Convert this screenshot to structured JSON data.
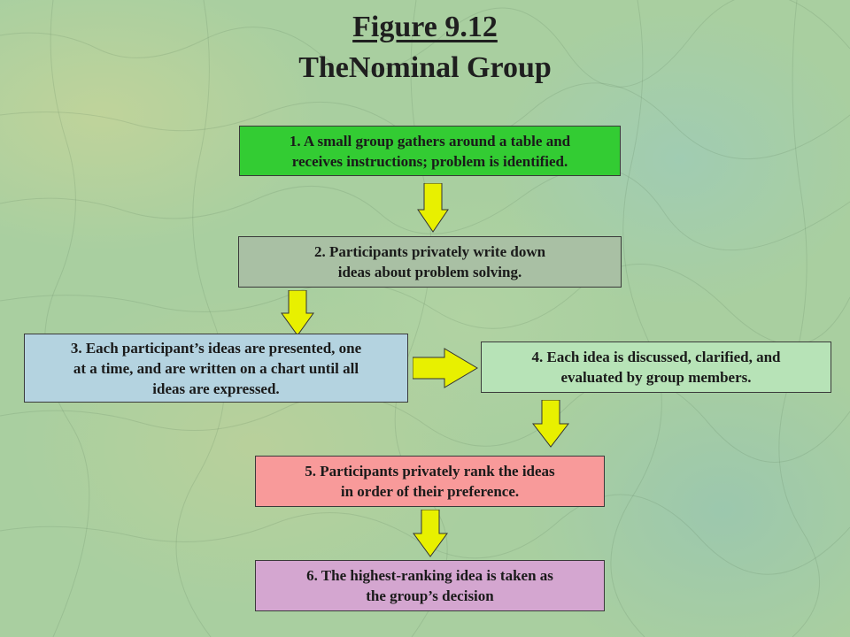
{
  "figure": {
    "number": "Figure 9.12",
    "title": "TheNominal Group"
  },
  "steps": [
    {
      "text": "1.  A small group gathers around a table and\nreceives instructions; problem is identified."
    },
    {
      "text": "2. Participants privately write down\nideas about problem solving."
    },
    {
      "text": "3. Each participant’s ideas are presented, one\nat a time, and are written on a chart until all\nideas are expressed."
    },
    {
      "text": "4. Each idea is discussed, clarified, and\nevaluated by group members."
    },
    {
      "text": "5. Participants privately rank the ideas\nin order of their preference."
    },
    {
      "text": "6. The highest-ranking idea is taken as\nthe group’s decision"
    }
  ],
  "colors": {
    "step1": "#33cc33",
    "step2": "#a9c0a4",
    "step3": "#b4d3e0",
    "step4": "#b7e3b7",
    "step5": "#f89a9a",
    "step6": "#d4a6d0",
    "arrow": "#e8f000"
  }
}
